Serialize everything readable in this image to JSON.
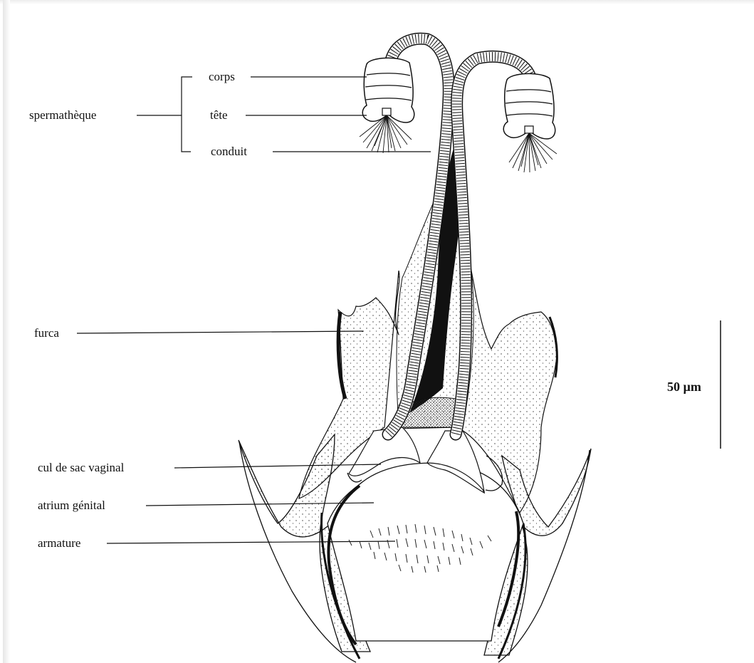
{
  "labels": {
    "corps": "corps",
    "tete": "tête",
    "conduit": "conduit",
    "spermatheque": "spermathèque",
    "furca": "furca",
    "cul_de_sac": "cul de sac vaginal",
    "atrium": "atrium génital",
    "armature": "armature"
  },
  "scale_bar": {
    "label": "50 µm"
  },
  "colors": {
    "ink": "#111111",
    "background": "#ffffff"
  }
}
